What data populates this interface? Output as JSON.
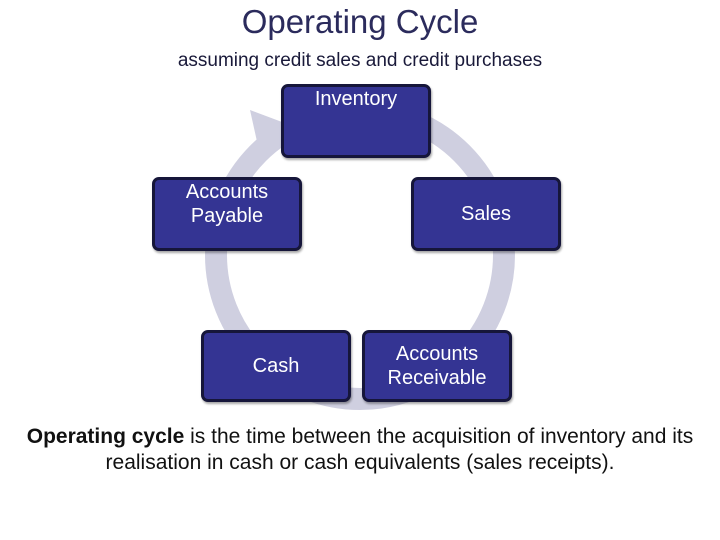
{
  "title": "Operating Cycle",
  "subtitle": "assuming credit sales and credit purchases",
  "nodes": {
    "inventory": "Inventory",
    "sales": "Sales",
    "accounts_receivable": "Accounts\nReceivable",
    "cash": "Cash",
    "accounts_payable": "Accounts\nPayable"
  },
  "caption": {
    "bold": "Operating cycle",
    "text": " is the time between the acquisition of inventory and its realisation in cash or cash equivalents (sales receipts)."
  },
  "colors": {
    "node_fill": "#343493",
    "node_border": "#16163a",
    "ring": "#cfcfe0",
    "title": "#2b2b5c"
  }
}
